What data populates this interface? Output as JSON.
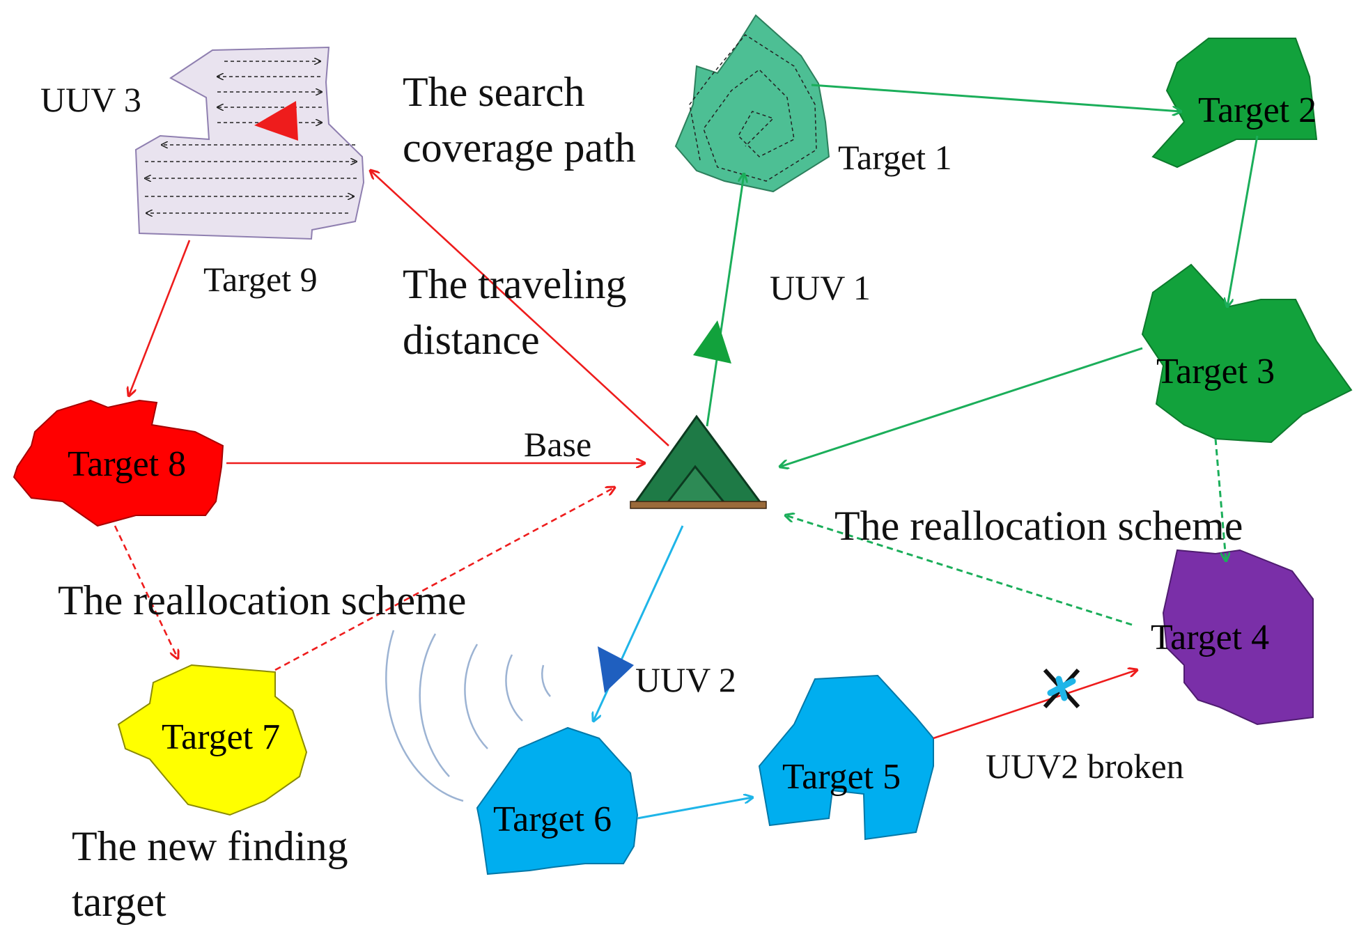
{
  "diagram": {
    "labels": {
      "uuv1": "UUV 1",
      "uuv2": "UUV 2",
      "uuv3": "UUV 3",
      "base": "Base",
      "search_path_line1": "The search",
      "search_path_line2": "coverage path",
      "travel_distance_line1": "The  traveling",
      "travel_distance_line2": "distance",
      "realloc_left": "The reallocation scheme",
      "realloc_right": "The reallocation scheme",
      "new_target_line1": "The new finding",
      "new_target_line2": "target",
      "broken": "UUV2 broken"
    },
    "targets": [
      {
        "id": 1,
        "label": "Target 1",
        "color": "#4dbf94"
      },
      {
        "id": 2,
        "label": "Target 2",
        "color": "#12a23c"
      },
      {
        "id": 3,
        "label": "Target 3",
        "color": "#12a23c"
      },
      {
        "id": 4,
        "label": "Target 4",
        "color": "#7a2fa8"
      },
      {
        "id": 5,
        "label": "Target 5",
        "color": "#00aeef"
      },
      {
        "id": 6,
        "label": "Target 6",
        "color": "#00aeef"
      },
      {
        "id": 7,
        "label": "Target 7",
        "color": "#ffff00"
      },
      {
        "id": 8,
        "label": "Target 8",
        "color": "#ff0000"
      },
      {
        "id": 9,
        "label": "Target 9",
        "color": "#e9e3ef"
      }
    ],
    "colors": {
      "uuv1_route": "#1bae5a",
      "uuv2_route": "#1fb5e8",
      "uuv3_route": "#ee1c1c",
      "base_tent": "#1e7a46"
    }
  }
}
